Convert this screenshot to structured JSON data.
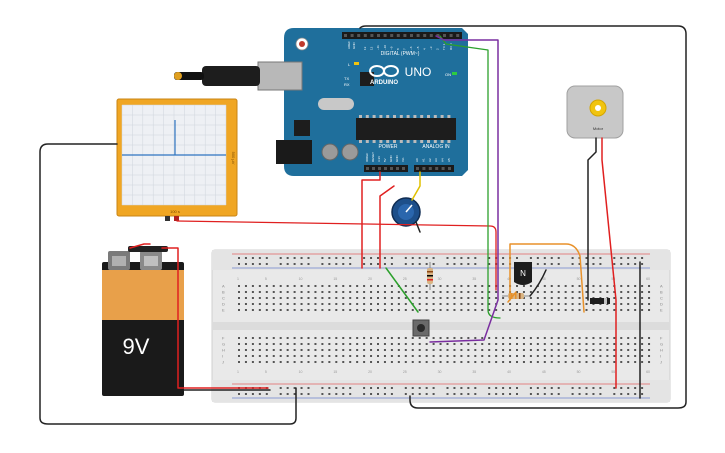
{
  "arduino": {
    "logo_text": "ARDUINO",
    "model": "UNO",
    "digital_label": "DIGITAL (PWM~)",
    "power_label": "POWER",
    "analog_label": "ANALOG IN",
    "on_label": "ON",
    "tx_label": "TX",
    "rx_label": "RX",
    "l_label": "L",
    "aref_label": "AREF",
    "gnd_label": "GND",
    "power_pins": [
      "IOREF",
      "RESET",
      "3.3V",
      "5V",
      "GND",
      "GND",
      "Vin"
    ],
    "analog_pins": [
      "A0",
      "A1",
      "A2",
      "A3",
      "A4",
      "A5"
    ],
    "digital_pins": [
      "13",
      "12",
      "~11",
      "~10",
      "~9",
      "8",
      "7",
      "~6",
      "~5",
      "4",
      "~3",
      "2",
      "TX 1",
      "RX 0"
    ]
  },
  "battery": {
    "label": "9V"
  },
  "oscilloscope": {
    "top_label": "500 µV",
    "bottom_label": "100 s"
  },
  "motor": {
    "label": "Motor"
  },
  "transistor": {
    "label": "N"
  },
  "breadboard": {
    "row_letters_left": [
      "A",
      "B",
      "C",
      "D",
      "E",
      "F",
      "G",
      "H",
      "I",
      "J"
    ],
    "row_letters_right": [
      "A",
      "B",
      "C",
      "D",
      "E",
      "F",
      "G",
      "H",
      "I",
      "J"
    ],
    "column_numbers": [
      "1",
      "5",
      "10",
      "15",
      "20",
      "25",
      "30",
      "35",
      "40",
      "45",
      "50",
      "55",
      "60"
    ]
  },
  "colors": {
    "arduino_board": "#1f6f9c",
    "battery_body": "#1a1a1a",
    "battery_top": "#e8a04a",
    "scope_frame": "#f0a623",
    "breadboard": "#e9e9e9",
    "wire_red": "#e02020",
    "wire_black": "#222222",
    "wire_green": "#2ca02c",
    "wire_purple": "#7a2ea0",
    "wire_orange": "#e8912a",
    "wire_yellow": "#e0c000"
  }
}
